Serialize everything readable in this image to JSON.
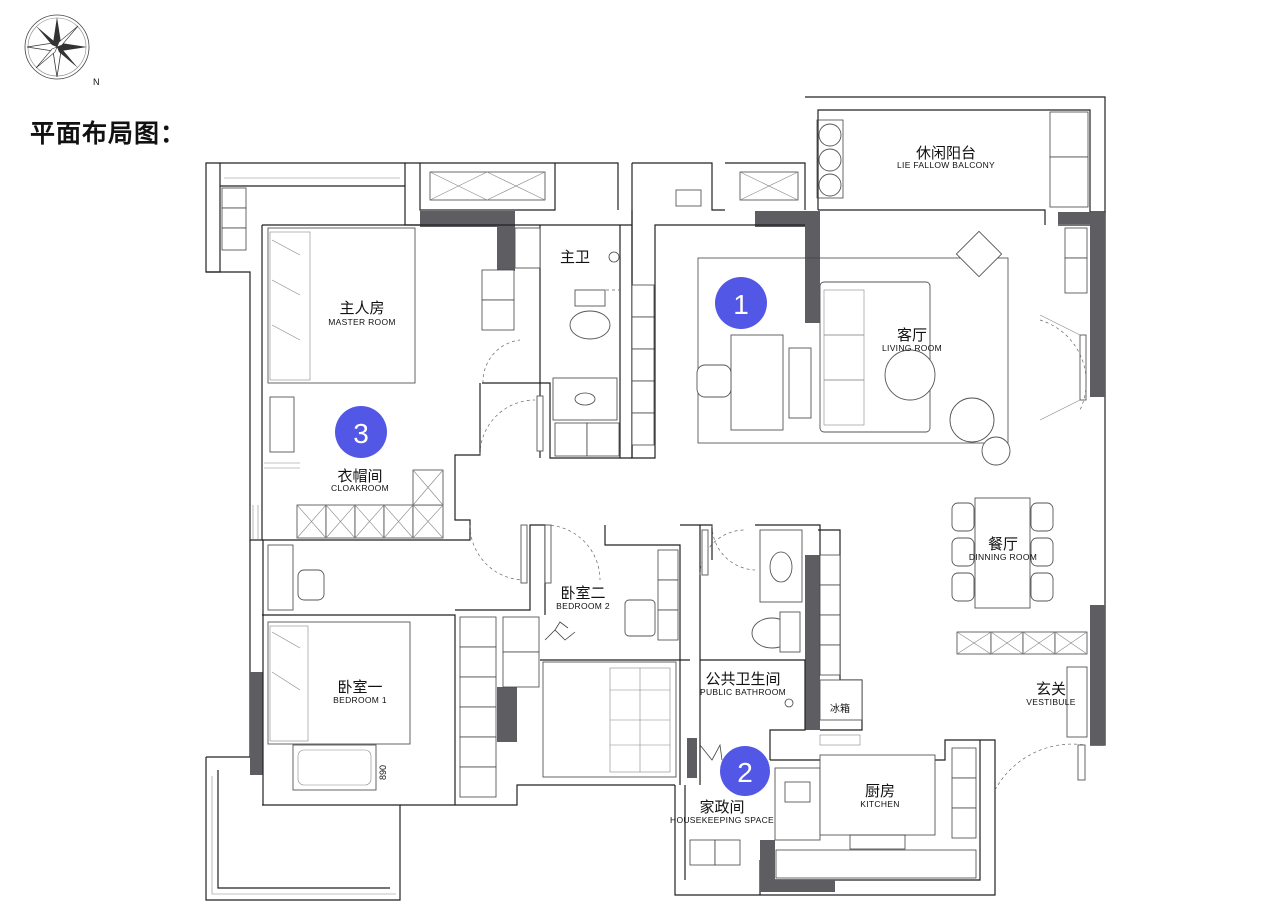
{
  "title": "平面布局图：",
  "compass": {
    "north_glyph": "N"
  },
  "rooms": [
    {
      "id": "balcony",
      "zh": "休闲阳台",
      "en": "LIE FALLOW BALCONY"
    },
    {
      "id": "master-bath",
      "zh": "主卫",
      "en": ""
    },
    {
      "id": "master-room",
      "zh": "主人房",
      "en": "MASTER ROOM"
    },
    {
      "id": "living-room",
      "zh": "客厅",
      "en": "LIVING ROOM"
    },
    {
      "id": "cloakroom",
      "zh": "衣帽间",
      "en": "CLOAKROOM"
    },
    {
      "id": "dining-room",
      "zh": "餐厅",
      "en": "DINNING ROOM"
    },
    {
      "id": "bedroom-2",
      "zh": "卧室二",
      "en": "BEDROOM 2"
    },
    {
      "id": "bedroom-1",
      "zh": "卧室一",
      "en": "BEDROOM 1"
    },
    {
      "id": "public-bathroom",
      "zh": "公共卫生间",
      "en": "PUBLIC BATHROOM"
    },
    {
      "id": "vestibule",
      "zh": "玄关",
      "en": "VESTIBULE"
    },
    {
      "id": "fridge",
      "zh": "冰箱",
      "en": ""
    },
    {
      "id": "kitchen",
      "zh": "厨房",
      "en": "KITCHEN"
    },
    {
      "id": "housekeeping",
      "zh": "家政间",
      "en": "HOUSEKEEPING SPACE"
    }
  ],
  "markers": [
    "1",
    "2",
    "3"
  ],
  "colors": {
    "marker": "#5257e6",
    "wall": "#5e5e62"
  },
  "dimensions": {
    "bed1_bath": "890"
  }
}
